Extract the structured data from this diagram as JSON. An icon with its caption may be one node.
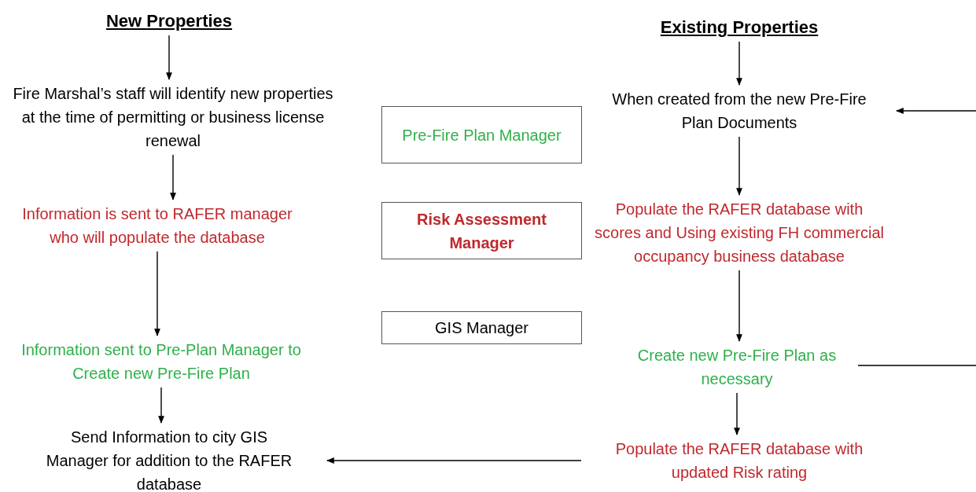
{
  "diagram": {
    "nodes": [
      {
        "text": [
          "New Properties"
        ]
      },
      {
        "text": [
          "Fire Marshal’s staff will identify new properties at the time of permitting or business license renewal"
        ]
      },
      {
        "text": [
          "Information is sent to RAFER manager who will populate the database"
        ]
      },
      {
        "text": [
          "Information sent to Pre-Plan Manager to Create new Pre-Fire Plan"
        ]
      },
      {
        "text": [
          "Send Information to city GIS Manager for addition to the RAFER database"
        ]
      },
      {
        "text": [
          "Pre-Fire Plan Manager"
        ]
      },
      {
        "text": [
          "Risk Assessment Manager"
        ]
      },
      {
        "text": [
          "GIS Manager"
        ]
      },
      {
        "text": [
          "Existing Properties"
        ]
      },
      {
        "text": [
          "When created from the new Pre-Fire Plan Documents"
        ]
      },
      {
        "text": [
          "Populate the RAFER database with scores and Using existing FH commercial occupancy business database"
        ]
      },
      {
        "text": [
          "Create new Pre-Fire Plan as necessary"
        ]
      },
      {
        "text": [
          "Populate the RAFER database with updated Risk rating"
        ]
      }
    ],
    "edges": [
      {
        "from": 0,
        "to": 1,
        "arrow": "to"
      },
      {
        "from": 1,
        "to": 2,
        "arrow": "to"
      },
      {
        "from": 2,
        "to": 3,
        "arrow": "to"
      },
      {
        "from": 3,
        "to": 4,
        "arrow": "to"
      },
      {
        "from": 8,
        "to": 9,
        "arrow": "to"
      },
      {
        "from": 9,
        "to": 10,
        "arrow": "to"
      },
      {
        "from": 10,
        "to": 11,
        "arrow": "to"
      },
      {
        "from": 11,
        "to": 12,
        "arrow": "to"
      },
      {
        "from": 12,
        "to": 4,
        "arrow": "to"
      },
      {
        "from": null,
        "to": 9,
        "arrow": "to"
      },
      {
        "from": 11,
        "to": null,
        "arrow": "none"
      }
    ]
  }
}
